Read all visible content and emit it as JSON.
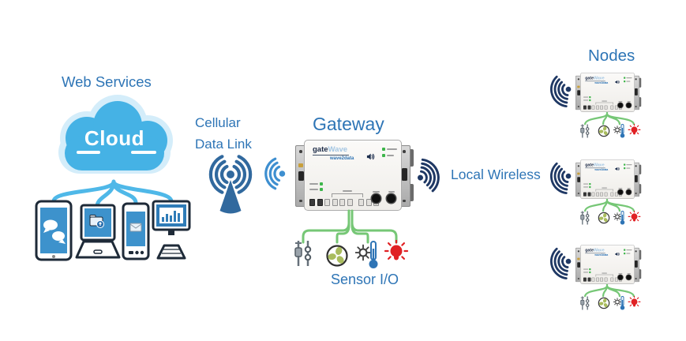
{
  "labels": {
    "web_services": "Web Services",
    "cloud": "Cloud",
    "cellular_line1": "Cellular",
    "cellular_line2": "Data Link",
    "gateway": "Gateway",
    "sensor_io": "Sensor I/O",
    "local_wireless": "Local Wireless",
    "nodes": "Nodes"
  },
  "device": {
    "logo_primary": "gate",
    "logo_secondary": "Wave",
    "logo_sub": "wave2data"
  },
  "icons": {
    "cellular-antenna-icon": "radiating-arcs-with-cone-base",
    "wireless-signal-icon": "concentric-arcs-with-dot",
    "speaker-icon": "speaker-with-waves",
    "valve-icon": "gray-pipes-with-valves",
    "fan-icon": "circle-with-green-fan-blades",
    "temperature-icon": "sun-and-blue-thermometer",
    "light-icon": "red-bulb-with-rays",
    "tablet-icon": "tablet-with-chat-bubbles",
    "laptop-icon": "laptop-with-folder",
    "phone-icon": "phone-with-envelope",
    "monitor-icon": "monitor-with-bar-chart"
  },
  "colors": {
    "label_blue": "#2E75B6",
    "cloud_blue": "#45B2E5",
    "connector_blue": "#4FB8E8",
    "antenna_blue": "#31699E",
    "wireless_light_blue": "#3E8FD0",
    "wireless_navy": "#1F3864",
    "cable_green": "#76C776",
    "led_green": "#3DB54A",
    "fan_green": "#A9BC5E",
    "bulb_red": "#E02124"
  }
}
